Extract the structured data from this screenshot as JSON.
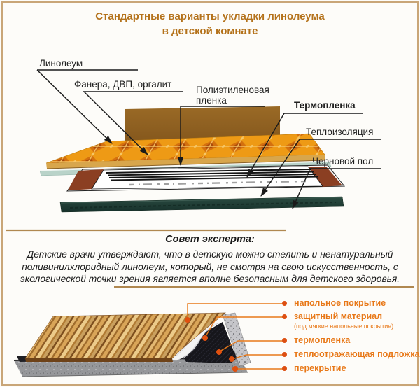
{
  "title": {
    "line1": "Стандартные варианты укладки линолеума",
    "line2": "в детской комнате",
    "color": "#b4721b"
  },
  "top_diagram": {
    "labels": [
      {
        "text": "Линолеум"
      },
      {
        "text": "Фанера, ДВП, оргалит"
      },
      {
        "text": "Полиэтиленовая пленка"
      },
      {
        "text": "Термопленка"
      },
      {
        "text": "Теплоизоляция"
      },
      {
        "text": "Черновой пол"
      }
    ]
  },
  "expert": {
    "heading": "Совет эксперта:",
    "body": "Детские врачи утверждают, что в детскую можно стелить и ненатуральный поливинилхлоридный линолеум, который, не смотря на свою искусственность, с экологической точки зрения является вполне безопасным для детского здоровья."
  },
  "bottom_diagram": {
    "accent": "#e87818",
    "bullet_color": "#dd4f12",
    "labels": [
      {
        "text": "напольное покрытие"
      },
      {
        "text": "защитный материал",
        "note": "(под мягкие напольные покрытия)"
      },
      {
        "text": "термопленка"
      },
      {
        "text": "теплоотражающая подложка"
      },
      {
        "text": "перекрытие"
      }
    ]
  }
}
